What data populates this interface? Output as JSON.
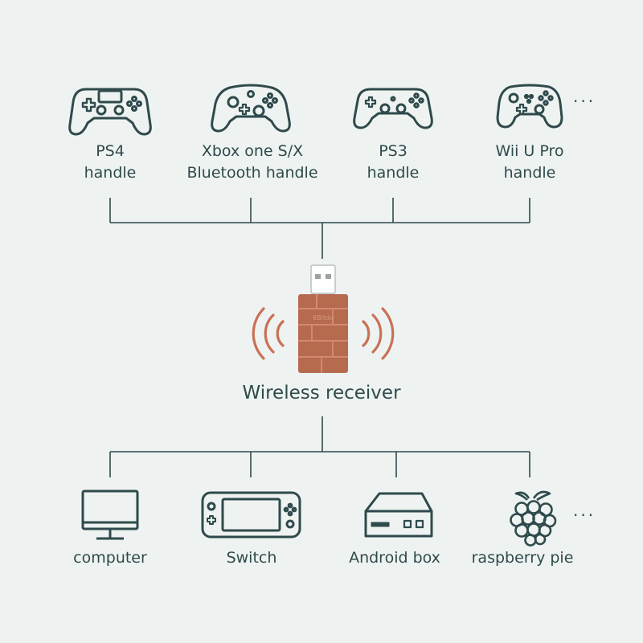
{
  "colors": {
    "background": "#eef3f1",
    "line": "#2f4a4c",
    "receiver_brick": "#b66a4e",
    "receiver_mortar": "#d08a70",
    "signal_waves": "#c97055"
  },
  "inputs": [
    {
      "icon": "ps4-controller-icon",
      "label_line1": "PS4",
      "label_line2": "handle"
    },
    {
      "icon": "xbox-controller-icon",
      "label_line1": "Xbox one S/X",
      "label_line2": "Bluetooth handle"
    },
    {
      "icon": "ps3-controller-icon",
      "label_line1": "PS3",
      "label_line2": "handle"
    },
    {
      "icon": "wiiu-pro-controller-icon",
      "label_line1": "Wii U Pro",
      "label_line2": "handle"
    }
  ],
  "inputs_more": "···",
  "receiver": {
    "icon": "usb-wireless-receiver-icon",
    "label": "Wireless receiver",
    "brand_mark": "8Bitdo"
  },
  "outputs": [
    {
      "icon": "computer-monitor-icon",
      "label": "computer"
    },
    {
      "icon": "handheld-console-icon",
      "label": "Switch"
    },
    {
      "icon": "set-top-box-icon",
      "label": "Android box"
    },
    {
      "icon": "raspberry-icon",
      "label": "raspberry pie"
    }
  ],
  "outputs_more": "···"
}
